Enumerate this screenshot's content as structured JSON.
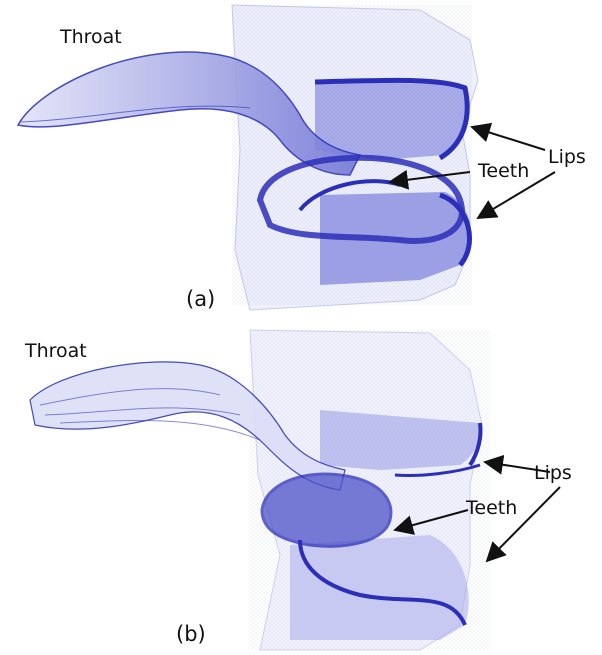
{
  "panel_a": {
    "caption": "(a)",
    "labels": {
      "throat": "Throat",
      "teeth": "Teeth",
      "lips": "Lips"
    }
  },
  "panel_b": {
    "caption": "(b)",
    "labels": {
      "throat": "Throat",
      "teeth": "Teeth",
      "lips": "Lips"
    }
  },
  "colors": {
    "mesh": "#2b2fb8",
    "mesh_light": "#c9cbf0",
    "arrow": "#111111"
  }
}
